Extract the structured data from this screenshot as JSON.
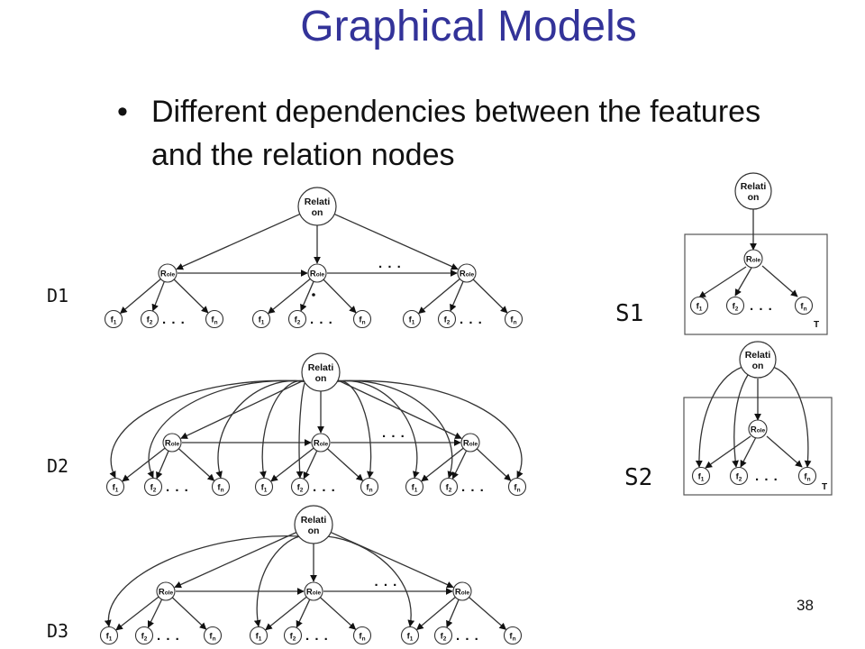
{
  "slide": {
    "title": "Graphical Models",
    "bullet": "Different dependencies between the features and the relation nodes",
    "page_number": "38"
  },
  "labels": {
    "d1": "D1",
    "d2": "D2",
    "d3": "D3",
    "s1": "S1",
    "s2": "S2"
  },
  "nodes": {
    "relation_line1": "Relati",
    "relation_line2": "on",
    "role_main": "R",
    "role_sub": "ole",
    "f1_main": "f",
    "f1_sub": "1",
    "f2_main": "f",
    "f2_sub": "2",
    "fn_main": "f",
    "fn_sub": "n",
    "ellipsis": ". . .",
    "plate_label": "T"
  },
  "colors": {
    "title": "#333399",
    "text": "#111111",
    "stroke": "#333333",
    "node_fill": "#ffffff"
  }
}
